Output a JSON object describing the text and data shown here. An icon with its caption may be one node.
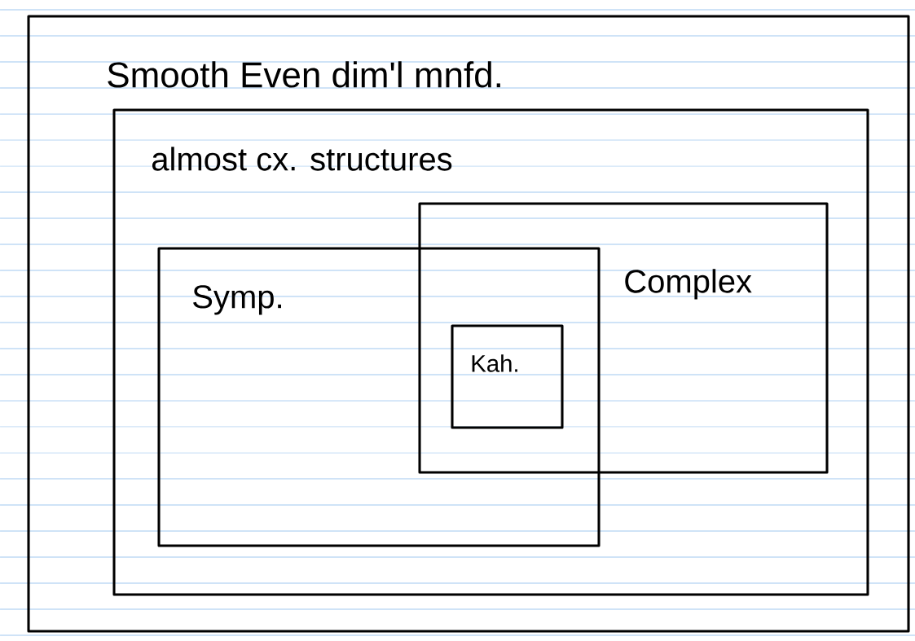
{
  "diagram": {
    "nodes": [
      {
        "text": [
          "Smooth Even dim'l mnfd."
        ]
      },
      {
        "text": [
          "almost cx. structures"
        ],
        "in": 0
      },
      {
        "text": [
          "Symp."
        ],
        "in": 1
      },
      {
        "text": [
          "Complex"
        ],
        "in": 1
      },
      {
        "text": [
          "Kah."
        ]
      }
    ]
  }
}
